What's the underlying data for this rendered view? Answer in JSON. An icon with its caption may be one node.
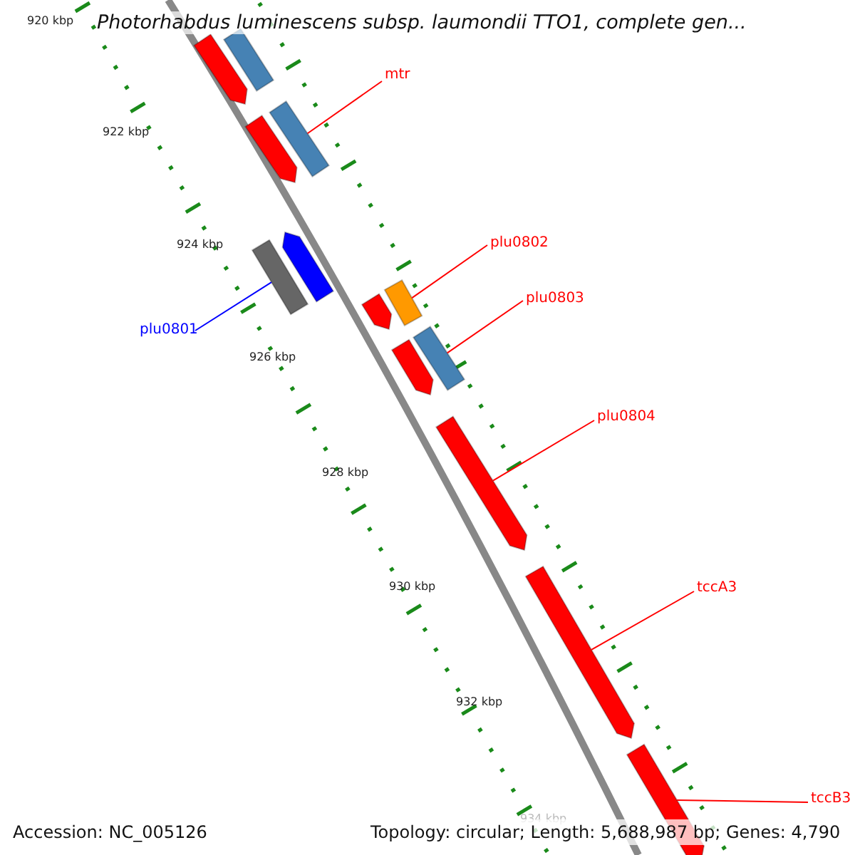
{
  "diagram": {
    "title": "Photorhabdus luminescens subsp. laumondii TTO1, complete gen...",
    "nodes": [
      {
        "text": [
          "mtr"
        ]
      },
      {
        "text": [
          "plu0802"
        ]
      },
      {
        "text": [
          "plu0803"
        ]
      },
      {
        "text": [
          "plu0801"
        ]
      },
      {
        "text": [
          "plu0804"
        ]
      },
      {
        "text": [
          "tccA3"
        ]
      },
      {
        "text": [
          "tccB3"
        ]
      },
      {
        "text": [],
        "shape": "bar"
      },
      {
        "text": [],
        "shape": "bar"
      },
      {
        "text": [],
        "shape": "bar"
      },
      {
        "text": [],
        "shape": "bar"
      },
      {
        "text": [],
        "shape": "bar"
      },
      {
        "text": [],
        "shape": "bar"
      },
      {
        "text": [],
        "shape": "bar"
      },
      {
        "text": [],
        "shape": "bar"
      },
      {
        "text": [],
        "shape": "bar"
      },
      {
        "text": [],
        "shape": "bar"
      },
      {
        "text": [],
        "shape": "bar"
      },
      {
        "text": [],
        "shape": "bar"
      },
      {
        "text": [],
        "shape": "bar"
      }
    ],
    "edges": [
      {
        "from": 0,
        "to": 10,
        "arrow": "none"
      },
      {
        "from": 1,
        "to": 14,
        "arrow": "none"
      },
      {
        "from": 2,
        "to": 16,
        "arrow": "none"
      },
      {
        "from": 3,
        "to": 11,
        "arrow": "none",
        "color": "#0000ff"
      },
      {
        "from": 4,
        "to": 17,
        "arrow": "none"
      },
      {
        "from": 5,
        "to": 18,
        "arrow": "none"
      },
      {
        "from": 6,
        "to": 19,
        "arrow": "none"
      }
    ],
    "labels": [
      "920 kbp",
      "922 kbp",
      "924 kbp",
      "926 kbp",
      "928 kbp",
      "930 kbp",
      "932 kbp",
      "934 kbp",
      "Accession: NC_005126",
      "Topology: circular; Length: 5,688,987 bp; Genes: 4,790"
    ]
  }
}
